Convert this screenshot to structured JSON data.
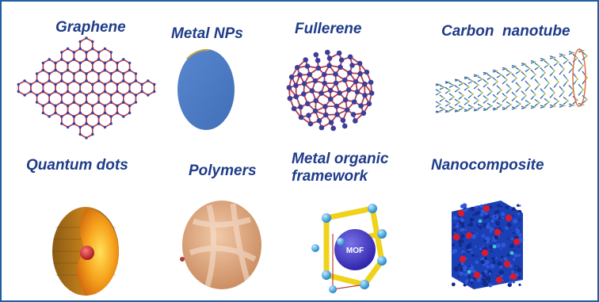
{
  "items": [
    {
      "label": "Graphene"
    },
    {
      "label": "Metal NPs"
    },
    {
      "label": "Fullerene"
    },
    {
      "label": "Carbon  nanotube"
    },
    {
      "label": "Quantum dots"
    },
    {
      "label": "Polymers"
    },
    {
      "label": "Metal organic\nframework"
    },
    {
      "label": "Nanocomposite"
    }
  ],
  "mof_center_text": "MOF",
  "colors": {
    "label": "#1f3c8a",
    "border": "#1f5f9e",
    "atom": "#3b3f9a",
    "bond": "#b53b4f",
    "metal_np": "#4a78c0",
    "qd_outer": "#e8a019",
    "polymer": "#dca27d",
    "mof_node": "#3aa6e0",
    "mof_strut": "#f0d21a",
    "nanocomposite": "#1b3fb5",
    "nano_particle": "#d81b2e"
  }
}
